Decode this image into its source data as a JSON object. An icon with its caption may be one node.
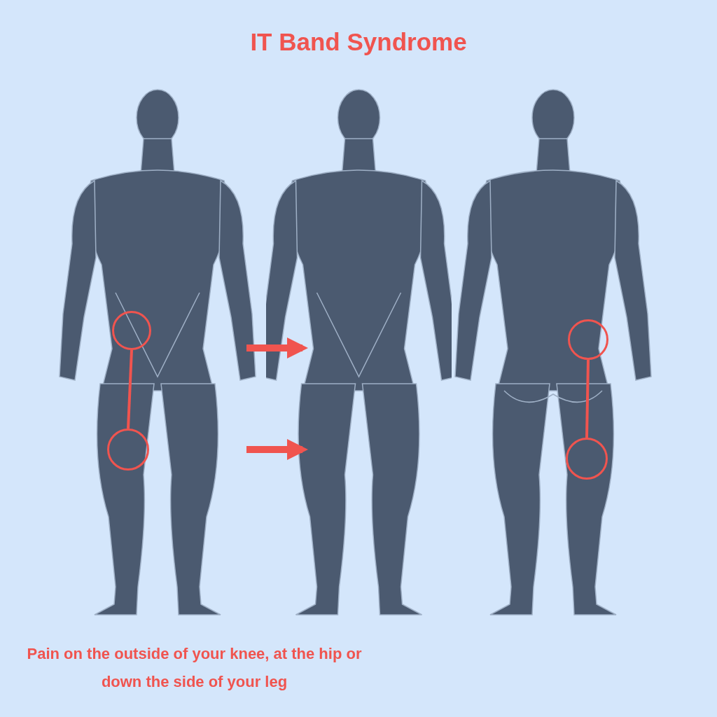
{
  "diagram": {
    "title": "IT Band Syndrome",
    "nodes": [
      {
        "text": [],
        "shape": "circle"
      },
      {
        "text": [],
        "shape": "circle"
      },
      {
        "text": [],
        "shape": "picture"
      },
      {
        "text": [],
        "shape": "circle"
      },
      {
        "text": [],
        "shape": "circle"
      }
    ],
    "edges": [
      {
        "from": 0,
        "to": 1,
        "arrow": "none"
      },
      {
        "from": null,
        "to": 2,
        "arrow": "to",
        "style": "thick"
      },
      {
        "from": null,
        "to": 2,
        "arrow": "to",
        "style": "thick"
      },
      {
        "from": 3,
        "to": 4,
        "arrow": "none"
      }
    ],
    "caption": "Pain on the outside of your knee, at the hip or down the side of your leg"
  }
}
